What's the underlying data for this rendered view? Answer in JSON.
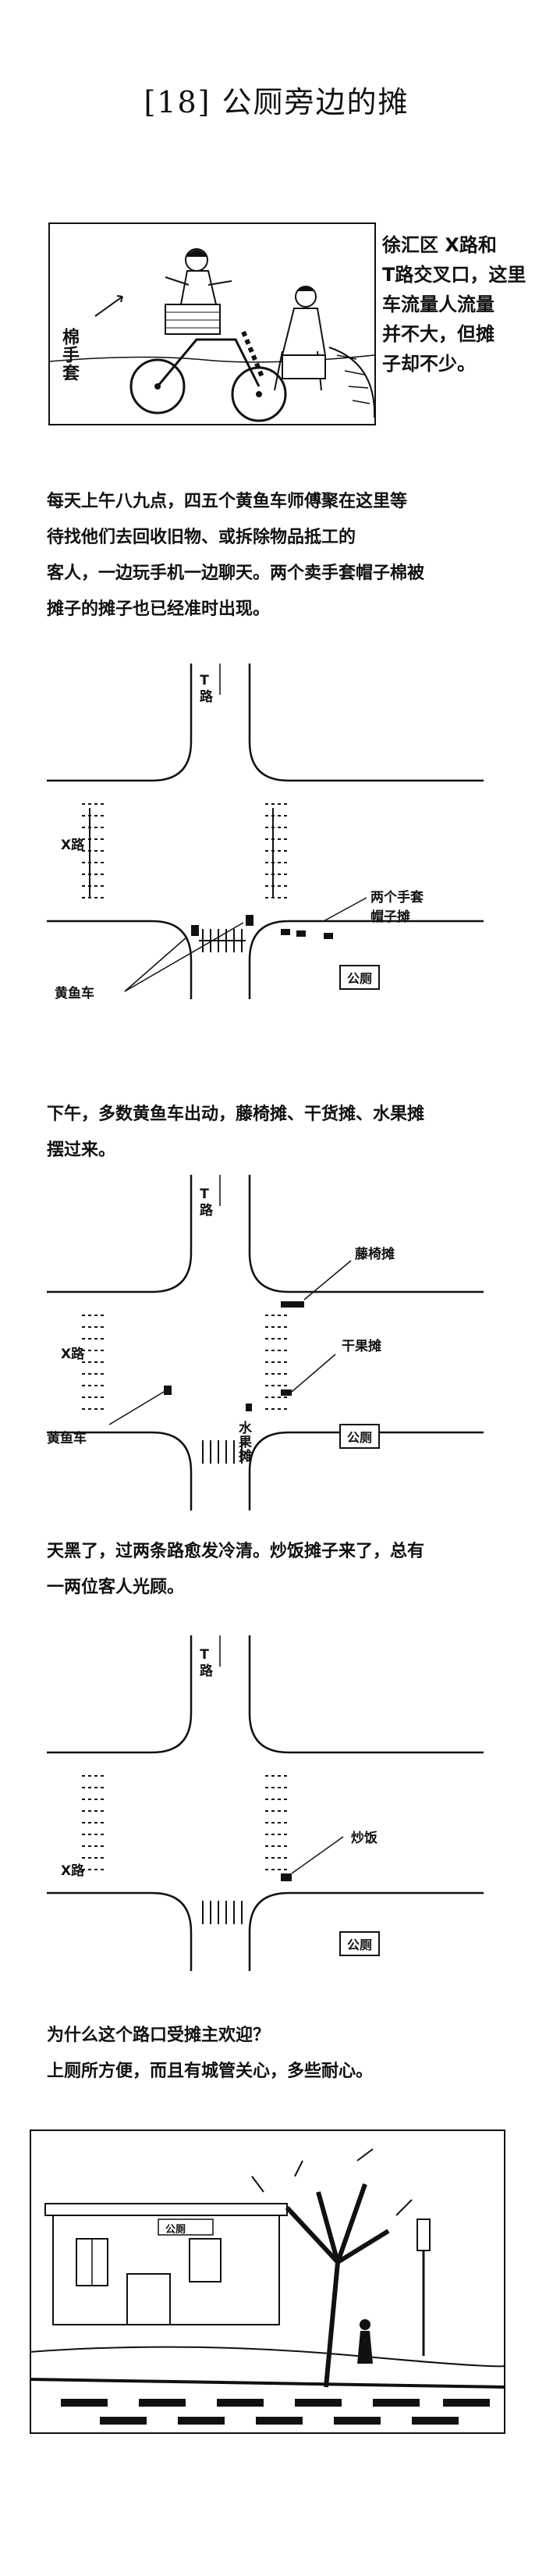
{
  "title": "[18] 公厕旁边的摊",
  "panel1": {
    "side_note": "徐汇区 X路和\nT路交叉口，这里\n车流量人流量\n并不大，但摊\n子却不少。",
    "gloves_label": "棉手套"
  },
  "paragraphs": {
    "morning": "每天上午八九点，四五个黄鱼车师傅聚在这里等\n待找他们去回收旧物、或拆除物品抵工的\n客人，一边玩手机一边聊天。两个卖手套帽子棉被\n摊子的摊子也已经准时出现。",
    "afternoon": "下午，多数黄鱼车出动，藤椅摊、干货摊、水果摊\n摆过来。",
    "evening": "天黑了，过两条路愈发冷清。炒饭摊子来了，总有\n一两位客人光顾。",
    "why": "为什么这个路口受摊主欢迎？\n上厕所方便，而且有城管关心，多些耐心。"
  },
  "map1": {
    "t_road": "T路",
    "x_road": "X路",
    "fish_cart": "黄鱼车",
    "hat_stall": "两个手套\n帽子摊",
    "toilet": "公厕"
  },
  "map2": {
    "t_road": "T路",
    "x_road": "X路",
    "rattan_stall": "藤椅摊",
    "dry_goods_stall": "干果摊",
    "fish_cart": "黄鱼车",
    "fruit_stall": "水果摊",
    "toilet": "公厕"
  },
  "map3": {
    "t_road": "T路",
    "x_road": "X路",
    "fried_rice_stall": "炒饭",
    "toilet": "公厕"
  },
  "panel2": {
    "building_sign": "公厕"
  }
}
